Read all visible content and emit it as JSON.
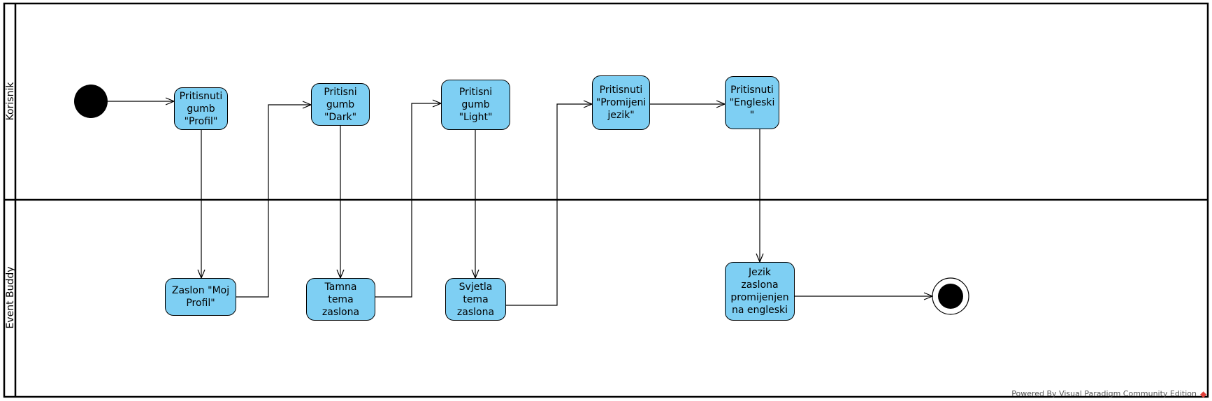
{
  "lanes": [
    {
      "label": "Korisnik"
    },
    {
      "label": "Event Buddy"
    }
  ],
  "activities": {
    "profil": "Pritisnuti\ngumb\n\"Profil\"",
    "moj_profil": "Zaslon \"Moj\nProfil\"",
    "dark": "Pritisni\ngumb\n\"Dark\"",
    "tamna": "Tamna\ntema\nzaslona",
    "light": "Pritisni\ngumb\n\"Light\"",
    "svjetla": "Svjetla\ntema\nzaslona",
    "promijeni": "Pritisnuti\n\"Promijeni\njezik\"",
    "engleski": "Pritisnuti\n\"Engleski\n\"",
    "jezik": "Jezik\nzaslona\npromijenjen\nna engleski"
  },
  "watermark": "Powered By Visual Paradigm Community Edition",
  "icons": {
    "initial": "initial-node",
    "final": "final-node",
    "watermark": "visual-paradigm-logo-icon"
  }
}
